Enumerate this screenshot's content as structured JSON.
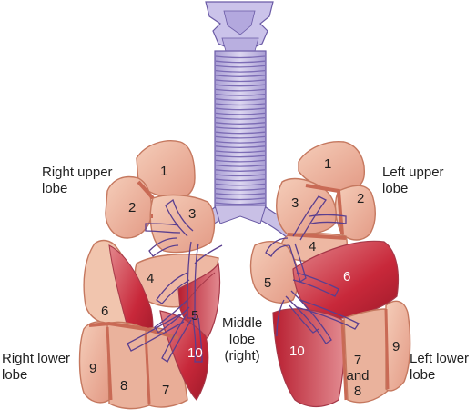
{
  "labels": {
    "right_upper": "Right upper\nlobe",
    "left_upper": "Left upper\nlobe",
    "middle": "Middle\nlobe\n(right)",
    "right_lower": "Right lower\nlobe",
    "left_lower": "Left lower\nlobe"
  },
  "segments": {
    "r1": "1",
    "r2": "2",
    "r3": "3",
    "r4": "4",
    "r5": "5",
    "r6": "6",
    "r7": "7",
    "r8": "8",
    "r9": "9",
    "r10": "10",
    "l1": "1",
    "l2": "2",
    "l3": "3",
    "l4": "4",
    "l5": "5",
    "l6": "6",
    "l78": "7\nand\n8",
    "l9": "9",
    "l10": "10"
  },
  "colors": {
    "lung_light": "#f3c9b2",
    "lung_mid": "#e7a690",
    "lung_edge": "#c5785f",
    "lung_red": "#c9283a",
    "lung_pink": "#e07f86",
    "airway": "#c6bde3",
    "airway_stroke": "#6b5ba6",
    "bronchus_line": "#5b3f8f"
  }
}
